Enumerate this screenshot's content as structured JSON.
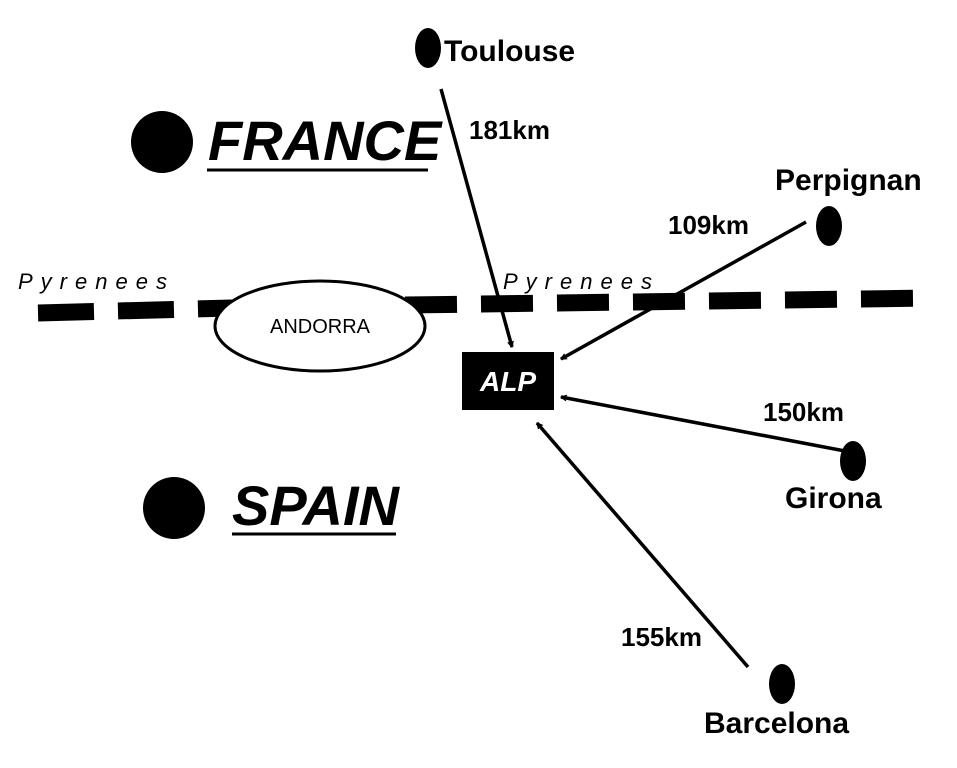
{
  "countries": {
    "france": "FRANCE",
    "spain": "SPAIN"
  },
  "border": {
    "label_left": "Pyrenees",
    "label_right": "Pyrenees"
  },
  "andorra": "ANDORRA",
  "destination": "ALP",
  "cities": {
    "toulouse": {
      "name": "Toulouse",
      "distance": "181km"
    },
    "perpignan": {
      "name": "Perpignan",
      "distance": "109km"
    },
    "girona": {
      "name": "Girona",
      "distance": "150km"
    },
    "barcelona": {
      "name": "Barcelona",
      "distance": "155km"
    }
  }
}
